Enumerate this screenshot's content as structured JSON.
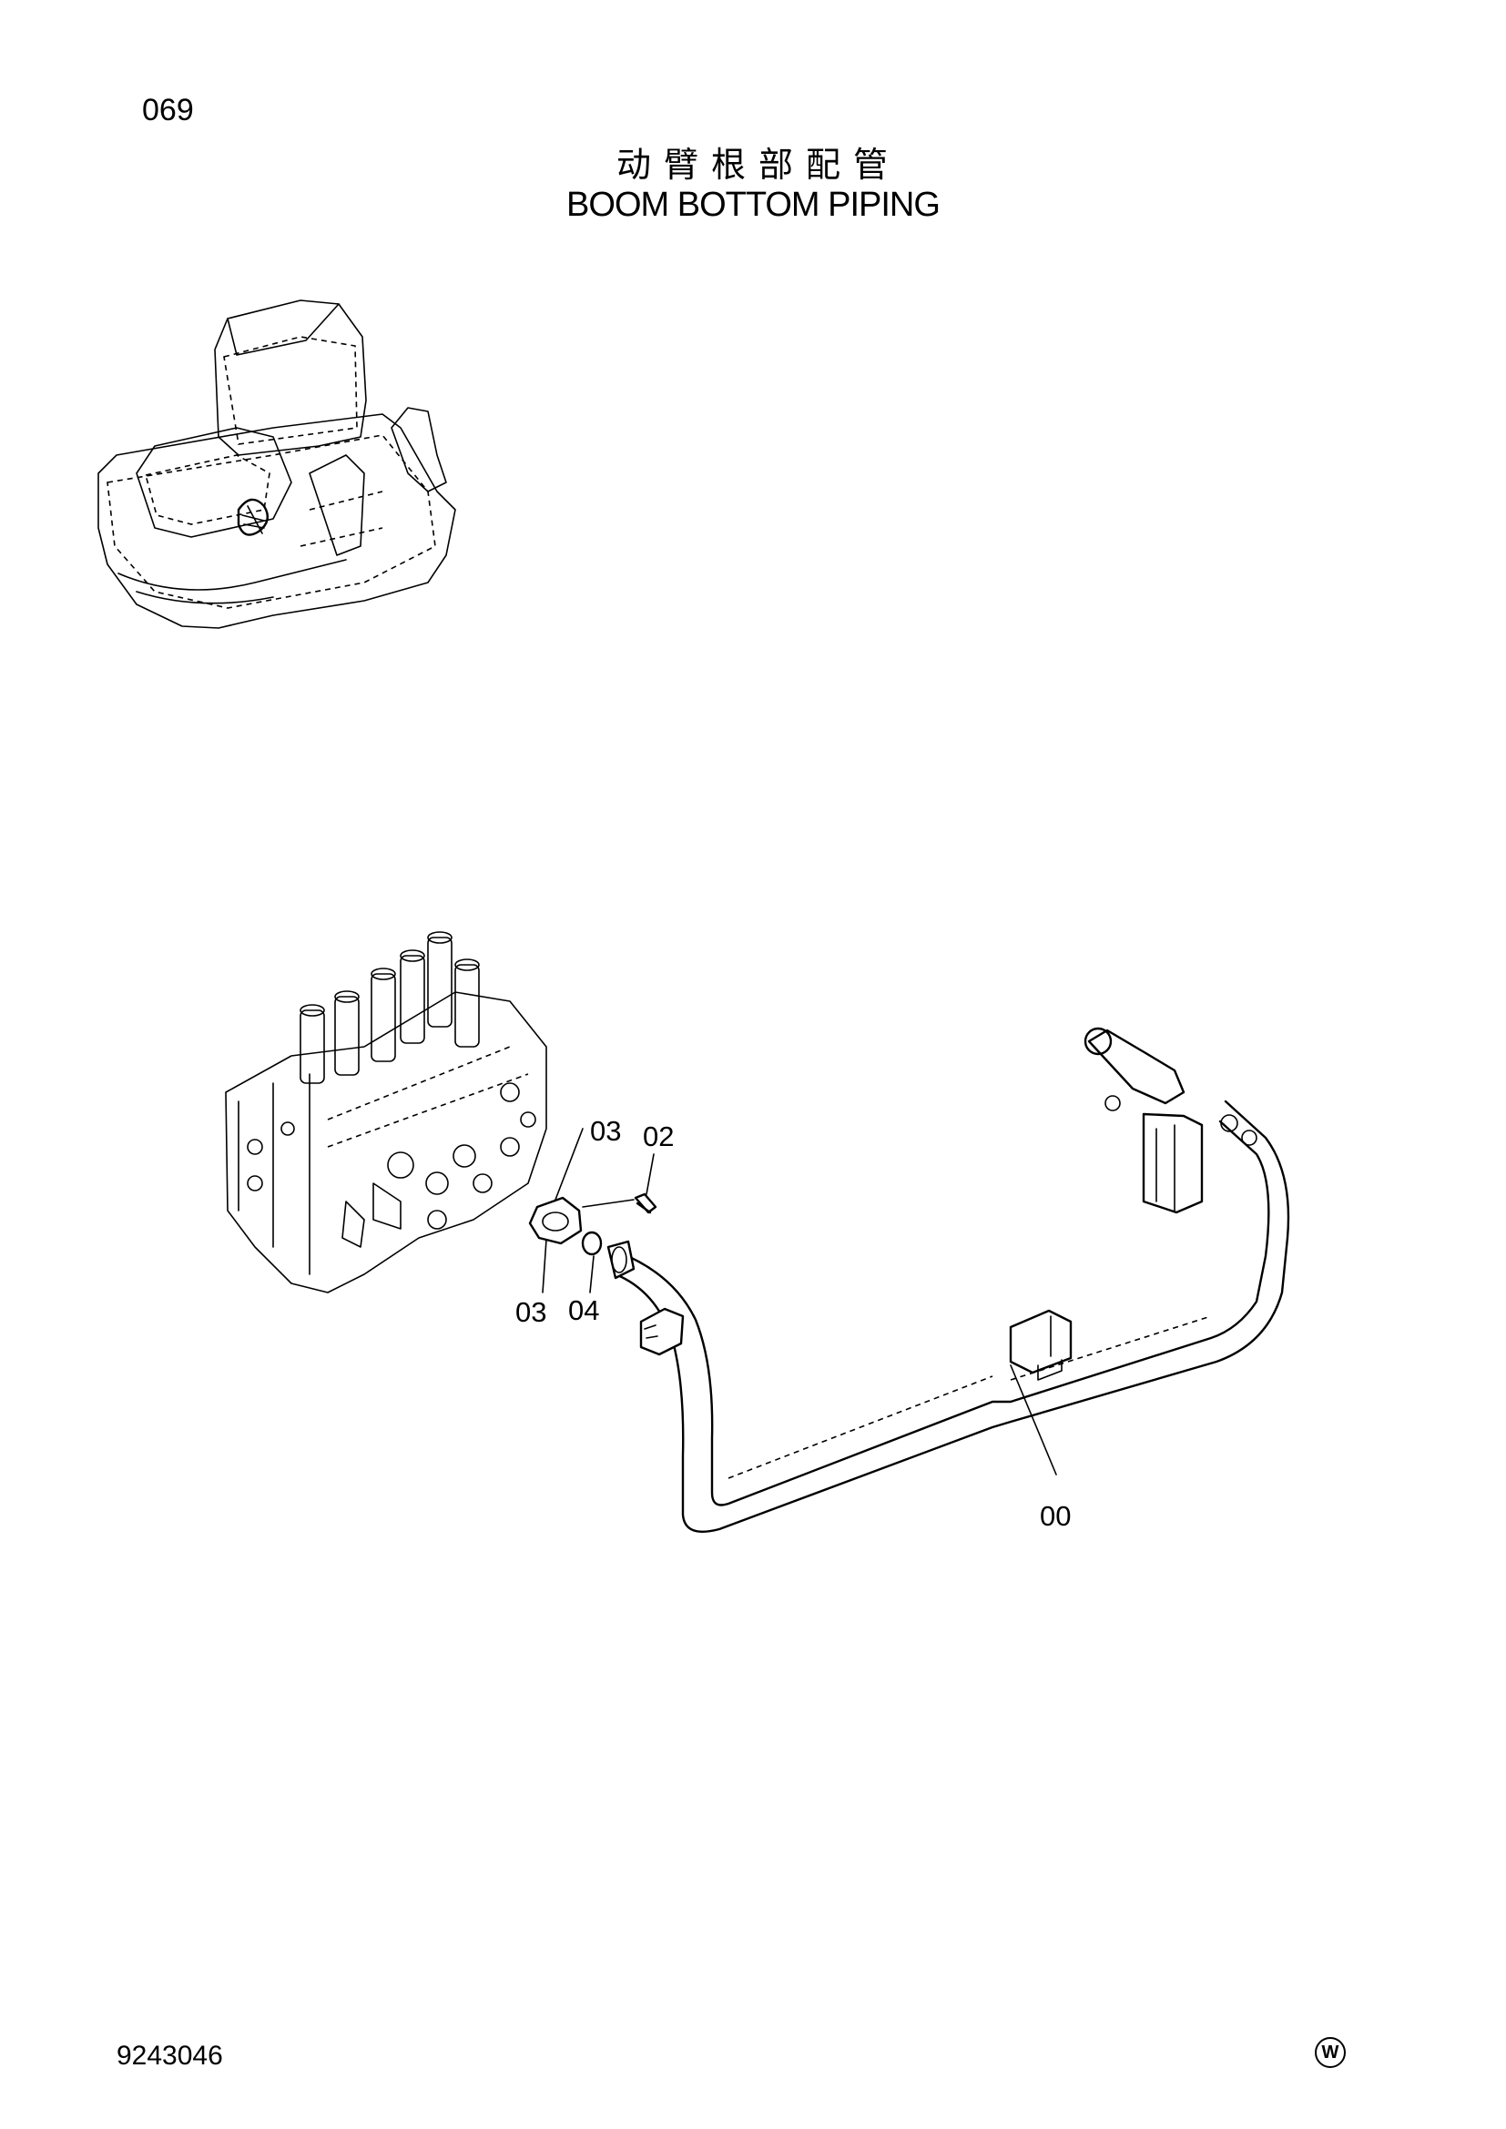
{
  "page_number": "069",
  "title_cn": "动臂根部配管",
  "title_en": "BOOM BOTTOM PIPING",
  "doc_number": "9243046",
  "corner_mark": "W",
  "callouts": {
    "c03_upper": "03",
    "c02": "02",
    "c03_lower": "03",
    "c04": "04",
    "c00": "00"
  }
}
